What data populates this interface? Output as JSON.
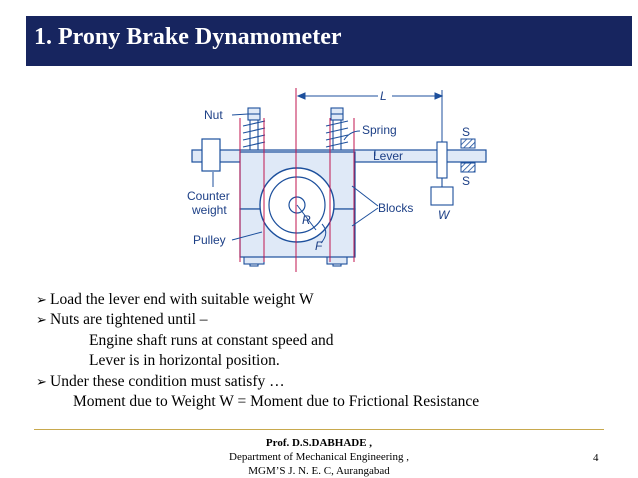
{
  "slide": {
    "title": "1. Prony Brake Dynamometer",
    "colors": {
      "title_bg": "#17255f",
      "title_fg": "#ffffff",
      "diagram_blue": "#1c4f9c",
      "diagram_fill": "#dfe9f7",
      "guide_line": "#c0164f",
      "footer_rule": "#c8a94e"
    }
  },
  "diagram": {
    "labels": {
      "nut": "Nut",
      "length": "L",
      "spring": "Spring",
      "lever": "Lever",
      "s_top": "S",
      "s_bottom": "S",
      "counter1": "Counter",
      "counter2": "weight",
      "blocks": "Blocks",
      "weight": "W",
      "radius": "R",
      "pulley": "Pulley",
      "force": "F"
    }
  },
  "bullets": [
    {
      "text": "Load the lever end with suitable weight W",
      "level": 0,
      "marker": "➢"
    },
    {
      "text": "Nuts are tightened until –",
      "level": 0,
      "marker": "➢"
    },
    {
      "text": "Engine shaft runs at constant speed and",
      "level": 1,
      "marker": ""
    },
    {
      "text": "Lever is in horizontal position.",
      "level": 1,
      "marker": ""
    },
    {
      "text": "Under these condition  must satisfy …",
      "level": 0,
      "marker": "➢"
    },
    {
      "text": "Moment due to Weight W = Moment due to Frictional Resistance",
      "level": 2,
      "marker": ""
    }
  ],
  "footer": {
    "name": "Prof. D.S.DABHADE ,",
    "dept": "Department of Mechanical  Engineering ,",
    "college": "MGM’S   J. N. E. C, Aurangabad",
    "page": "4"
  }
}
